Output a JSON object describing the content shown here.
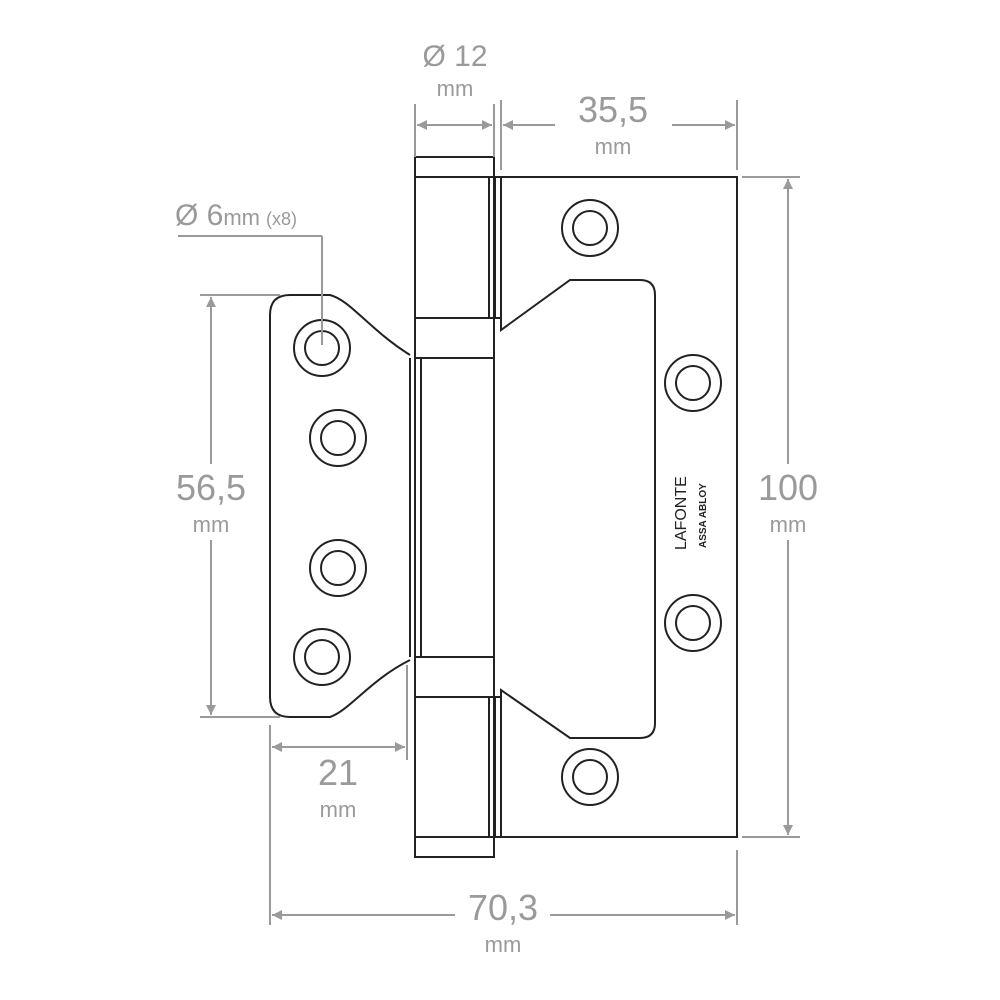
{
  "title": "Hinge technical drawing",
  "dimensions": {
    "pin_diameter": {
      "value": "Ø 12",
      "unit": "mm"
    },
    "leaf_width": {
      "value": "35,5",
      "unit": "mm"
    },
    "hole_diameter": {
      "value": "Ø 6",
      "unit": "mm",
      "count": "(x8)"
    },
    "inner_leaf_height": {
      "value": "56,5",
      "unit": "mm"
    },
    "total_height": {
      "value": "100",
      "unit": "mm"
    },
    "inner_leaf_width": {
      "value": "21",
      "unit": "mm"
    },
    "total_width": {
      "value": "70,3",
      "unit": "mm"
    }
  },
  "logo": {
    "brand": "LAFONTE",
    "group": "ASSA ABLOY"
  },
  "colors": {
    "outline": "#222222",
    "dimension": "#9a9a9a"
  }
}
